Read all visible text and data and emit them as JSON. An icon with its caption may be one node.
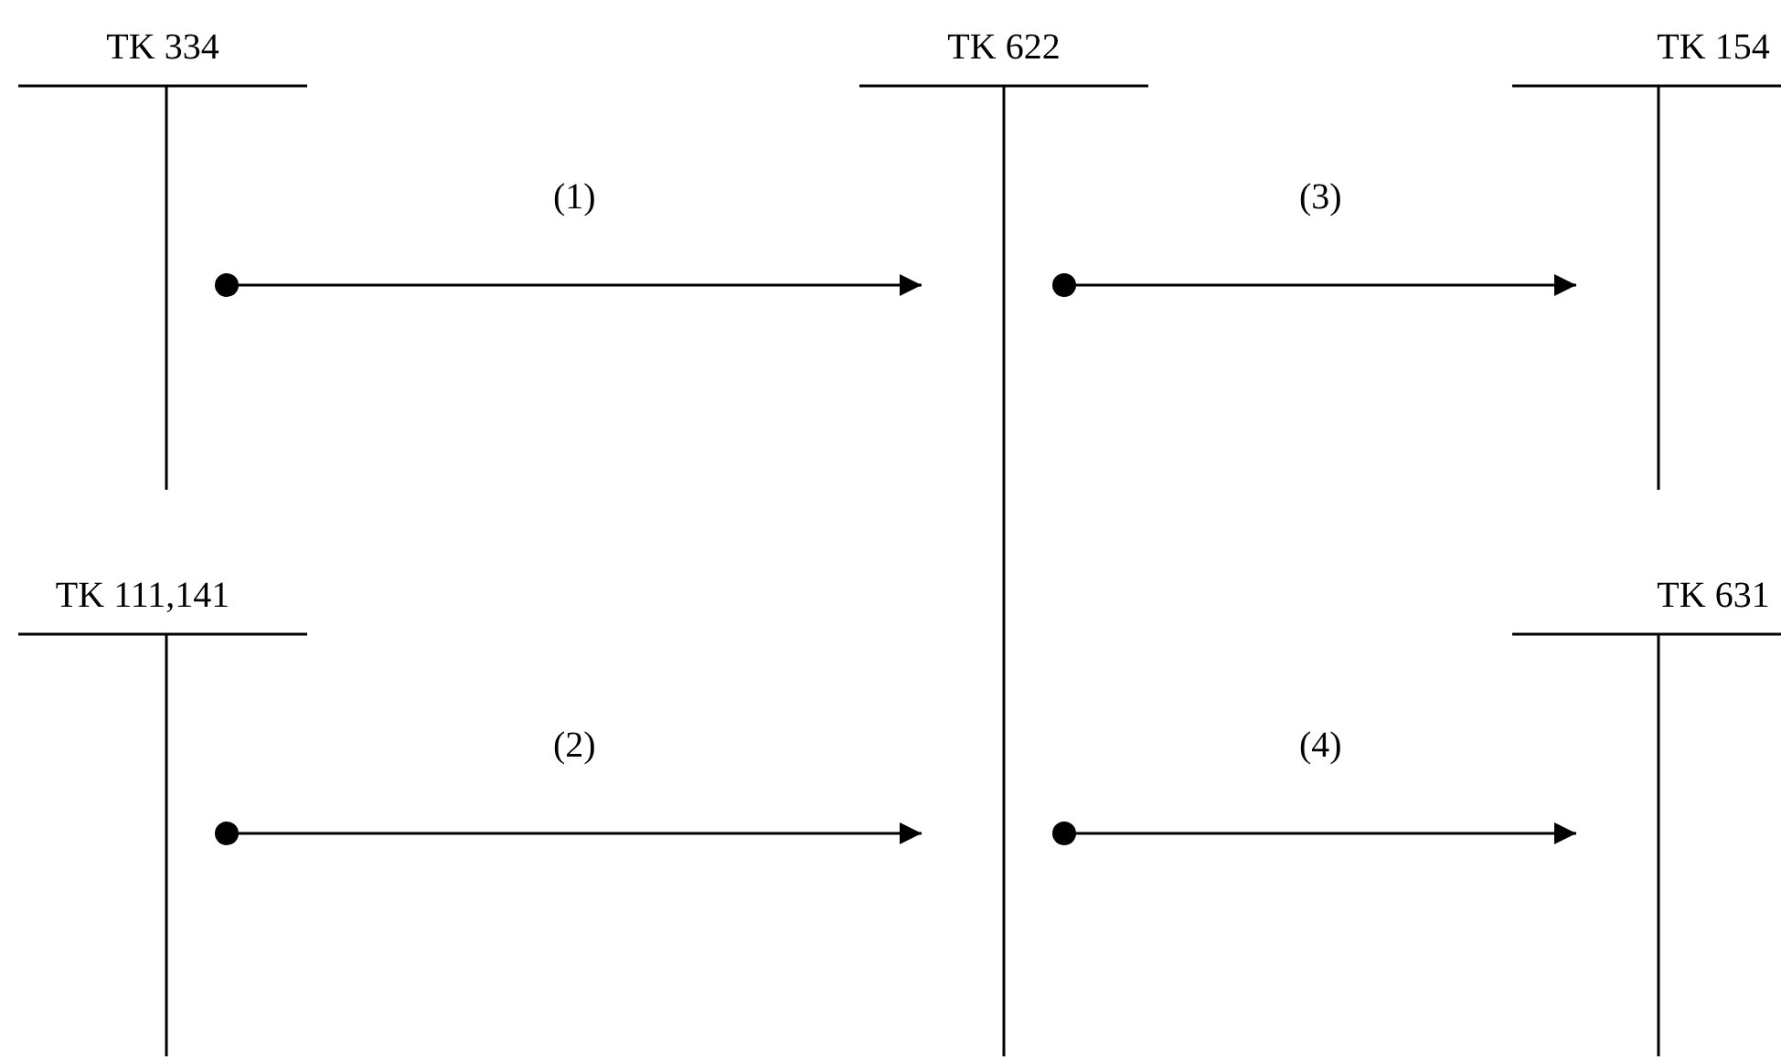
{
  "diagram": {
    "nodes": [
      {
        "text": [
          "TK 334"
        ]
      },
      {
        "text": [
          "TK 622"
        ]
      },
      {
        "text": [
          "TK 154"
        ]
      },
      {
        "text": [
          "TK 111,141"
        ]
      },
      {
        "text": [
          "TK 631"
        ]
      }
    ],
    "edges": [
      {
        "from": 0,
        "to": 1,
        "arrow": "to",
        "label": "(1)"
      },
      {
        "from": 3,
        "to": 1,
        "arrow": "to",
        "label": "(2)"
      },
      {
        "from": 1,
        "to": 2,
        "arrow": "to",
        "label": "(3)"
      },
      {
        "from": 1,
        "to": 4,
        "arrow": "to",
        "label": "(4)"
      }
    ]
  }
}
